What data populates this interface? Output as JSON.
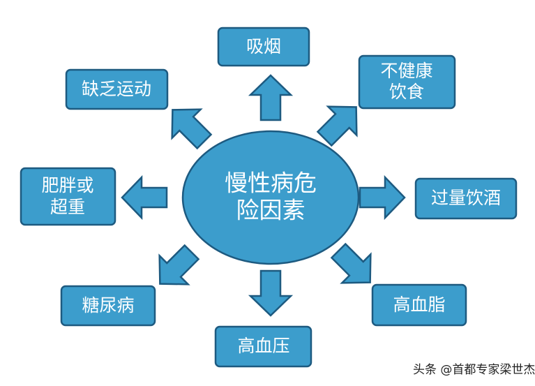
{
  "center": {
    "line1": "慢性病危",
    "line2": "险因素"
  },
  "factors": [
    {
      "lines": [
        "吸烟"
      ]
    },
    {
      "lines": [
        "不健康",
        "饮食"
      ]
    },
    {
      "lines": [
        "过量饮酒"
      ]
    },
    {
      "lines": [
        "高血脂"
      ]
    },
    {
      "lines": [
        "高血压"
      ]
    },
    {
      "lines": [
        "糖尿病"
      ]
    },
    {
      "lines": [
        "肥胖或",
        "超重"
      ]
    },
    {
      "lines": [
        "缺乏运动"
      ]
    }
  ],
  "watermark": "头条 @首都专家梁世杰",
  "colors": {
    "fill": "#3c9dcc",
    "stroke": "#1d5a80",
    "text": "#ffffff"
  }
}
